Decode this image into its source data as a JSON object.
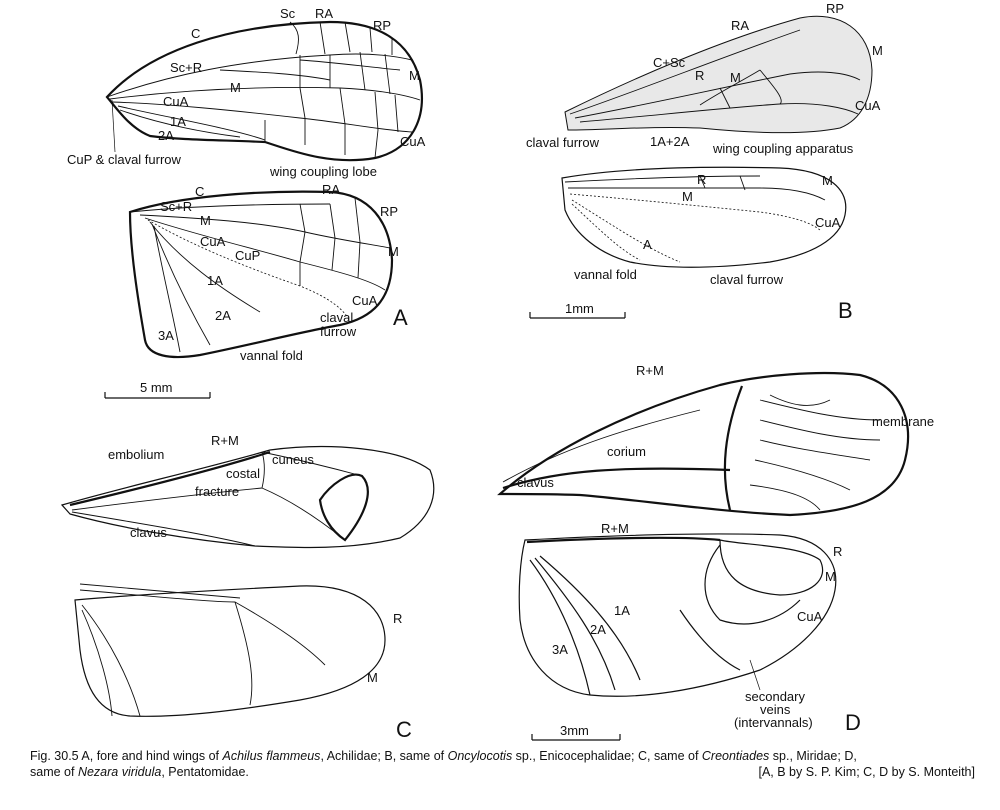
{
  "panels": {
    "A": {
      "panel_label": "A",
      "forewing_labels": [
        "C",
        "Sc",
        "RA",
        "RP",
        "Sc+R",
        "M",
        "M",
        "CuA",
        "1A",
        "2A",
        "CuA",
        "CuP & claval furrow"
      ],
      "hindwing_labels": [
        "wing coupling lobe",
        "C",
        "RA",
        "Sc+R",
        "M",
        "RP",
        "CuA",
        "CuP",
        "M",
        "1A",
        "2A",
        "CuA",
        "claval",
        "furrow",
        "3A",
        "vannal fold"
      ],
      "scale_bar": "5 mm"
    },
    "B": {
      "panel_label": "B",
      "forewing_labels": [
        "RP",
        "RA",
        "C+Sc",
        "M",
        "R",
        "M",
        "CuA",
        "claval furrow",
        "1A+2A",
        "wing coupling apparatus"
      ],
      "hindwing_labels": [
        "R",
        "M",
        "M",
        "CuA",
        "A",
        "vannal fold",
        "claval furrow"
      ],
      "scale_bar": "1mm"
    },
    "C": {
      "panel_label": "C",
      "forewing_labels": [
        "R+M",
        "embolium",
        "costal",
        "fracture",
        "cuneus",
        "clavus"
      ],
      "hindwing_labels": [
        "R",
        "M"
      ]
    },
    "D": {
      "panel_label": "D",
      "forewing_labels": [
        "R+M",
        "corium",
        "membrane",
        "clavus"
      ],
      "hindwing_labels": [
        "R+M",
        "R",
        "M",
        "CuA",
        "1A",
        "2A",
        "3A",
        "secondary",
        "veins",
        "(intervannals)"
      ],
      "scale_bar": "3mm"
    }
  },
  "caption": {
    "prefix": "Fig. 30.5",
    "p1": "  A, fore and hind wings of ",
    "s1": "Achilus flammeus",
    "p2": ", Achilidae; B, same of ",
    "s2": "Oncylocotis",
    "p3": " sp., Enicocephalidae; C, same of ",
    "s3": "Creontiades",
    "p4": " sp., Miridae; D,",
    "p5": "same of ",
    "s4": "Nezara viridula",
    "p6": ", Pentatomidae.",
    "credit": "[A, B by S. P. Kim; C, D by S. Monteith]"
  }
}
